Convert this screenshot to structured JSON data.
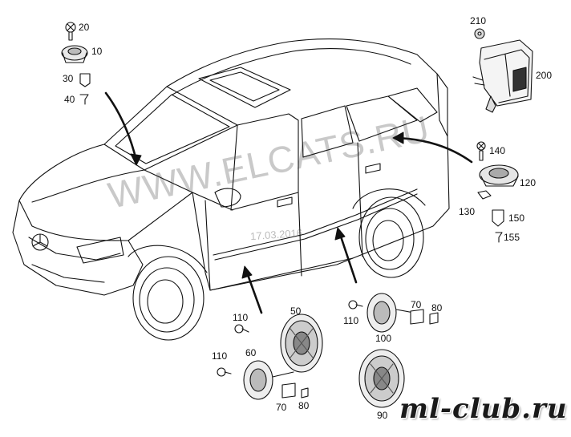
{
  "diagram": {
    "watermark_text": "WWW.ELCATS.RU",
    "watermark_date": "17.03.2016",
    "brand_watermark": "ml-club.ru",
    "callouts": [
      {
        "id": "20",
        "label": "20"
      },
      {
        "id": "10",
        "label": "10"
      },
      {
        "id": "30",
        "label": "30"
      },
      {
        "id": "40",
        "label": "40"
      },
      {
        "id": "210",
        "label": "210"
      },
      {
        "id": "200",
        "label": "200"
      },
      {
        "id": "140",
        "label": "140"
      },
      {
        "id": "120",
        "label": "120"
      },
      {
        "id": "130",
        "label": "130"
      },
      {
        "id": "150",
        "label": "150"
      },
      {
        "id": "155",
        "label": "155"
      },
      {
        "id": "50",
        "label": "50"
      },
      {
        "id": "110a",
        "label": "110"
      },
      {
        "id": "110b",
        "label": "110"
      },
      {
        "id": "60",
        "label": "60"
      },
      {
        "id": "70a",
        "label": "70"
      },
      {
        "id": "80a",
        "label": "80"
      },
      {
        "id": "110c",
        "label": "110"
      },
      {
        "id": "100",
        "label": "100"
      },
      {
        "id": "70b",
        "label": "70"
      },
      {
        "id": "80b",
        "label": "80"
      },
      {
        "id": "90",
        "label": "90"
      }
    ]
  }
}
